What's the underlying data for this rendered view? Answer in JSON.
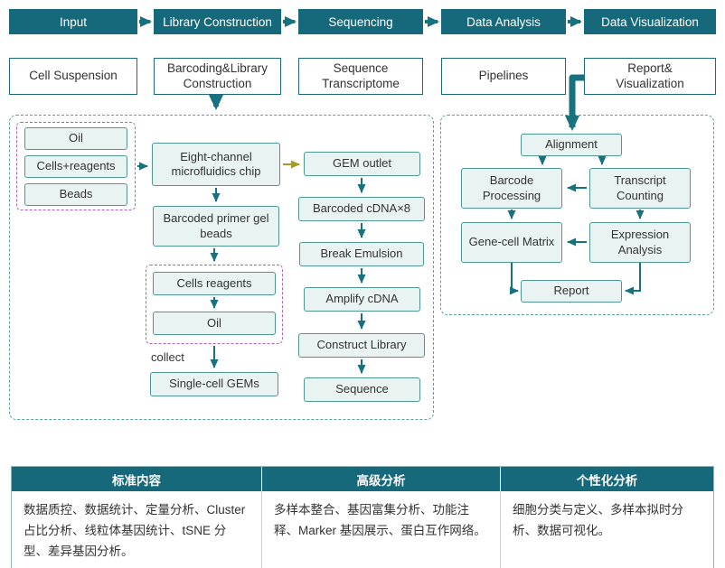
{
  "stages": [
    "Input",
    "Library Construction",
    "Sequencing",
    "Data Analysis",
    "Data Visualization"
  ],
  "stage_boxes": [
    "Cell Suspension",
    "Barcoding&Library Construction",
    "Sequence Transcriptome",
    "Pipelines",
    "Report& Visualization"
  ],
  "chip_panel": {
    "reagents": [
      "Oil",
      "Cells+reagents",
      "Beads"
    ],
    "chip": "Eight-channel microfluidics chip",
    "gel_beads": "Barcoded primer gel beads",
    "droplet_contents": [
      "Cells reagents",
      "Oil"
    ],
    "collect_label": "collect",
    "gems": "Single-cell GEMs",
    "library_steps": [
      "GEM outlet",
      "Barcoded cDNA×8",
      "Break Emulsion",
      "Amplify cDNA",
      "Construct Library",
      "Sequence"
    ]
  },
  "analysis_panel": {
    "alignment": "Alignment",
    "barcode_processing": "Barcode Processing",
    "transcript_counting": "Transcript Counting",
    "gene_cell_matrix": "Gene-cell Matrix",
    "expression_analysis": "Expression Analysis",
    "report": "Report"
  },
  "services_table": {
    "headers": [
      "标准内容",
      "高级分析",
      "个性化分析"
    ],
    "cells": [
      "数据质控、数据统计、定量分析、Cluster 占比分析、线粒体基因统计、tSNE 分型、差异基因分析。",
      "多样本整合、基因富集分析、功能注释、Marker 基因展示、蛋白互作网络。",
      "细胞分类与定义、多样本拟时分析、数据可视化。"
    ]
  },
  "colors": {
    "header_teal": "#15697a",
    "node_fill": "#e9f3f1",
    "node_border": "#4f9793",
    "panel_dash": "#58a1a1",
    "purple_dash": "#b05fc4",
    "arrow_teal": "#17717f",
    "arrow_yellow": "#a79a2c"
  }
}
